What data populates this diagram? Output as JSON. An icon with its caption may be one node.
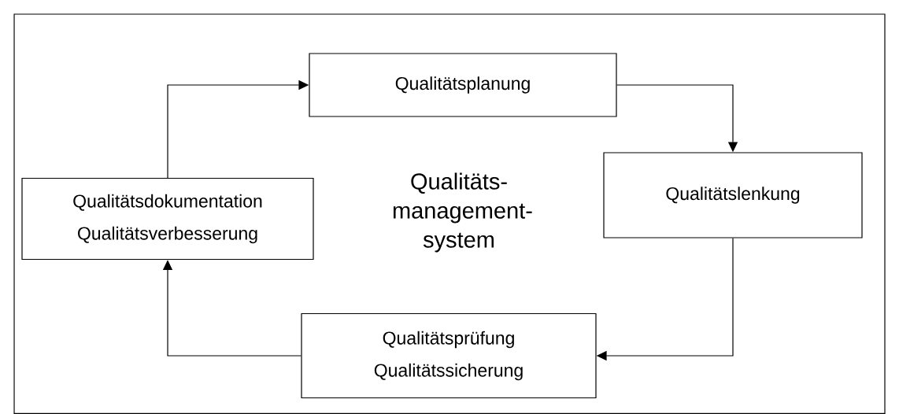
{
  "diagram": {
    "nodes": [
      {
        "text": [
          "Qualitätsplanung"
        ]
      },
      {
        "text": [
          "Qualitätslenkung"
        ]
      },
      {
        "text": [
          "Qualitätsprüfung",
          "Qualitätssicherung"
        ]
      },
      {
        "text": [
          "Qualitätsdokumentation",
          "Qualitätsverbesserung"
        ]
      }
    ],
    "edges": [
      {
        "from": 3,
        "to": 0,
        "arrow": "to"
      },
      {
        "from": 0,
        "to": 1,
        "arrow": "to"
      },
      {
        "from": 1,
        "to": 2,
        "arrow": "to"
      },
      {
        "from": 2,
        "to": 3,
        "arrow": "to"
      }
    ],
    "labels": [
      "Qualitäts- management- system"
    ]
  }
}
